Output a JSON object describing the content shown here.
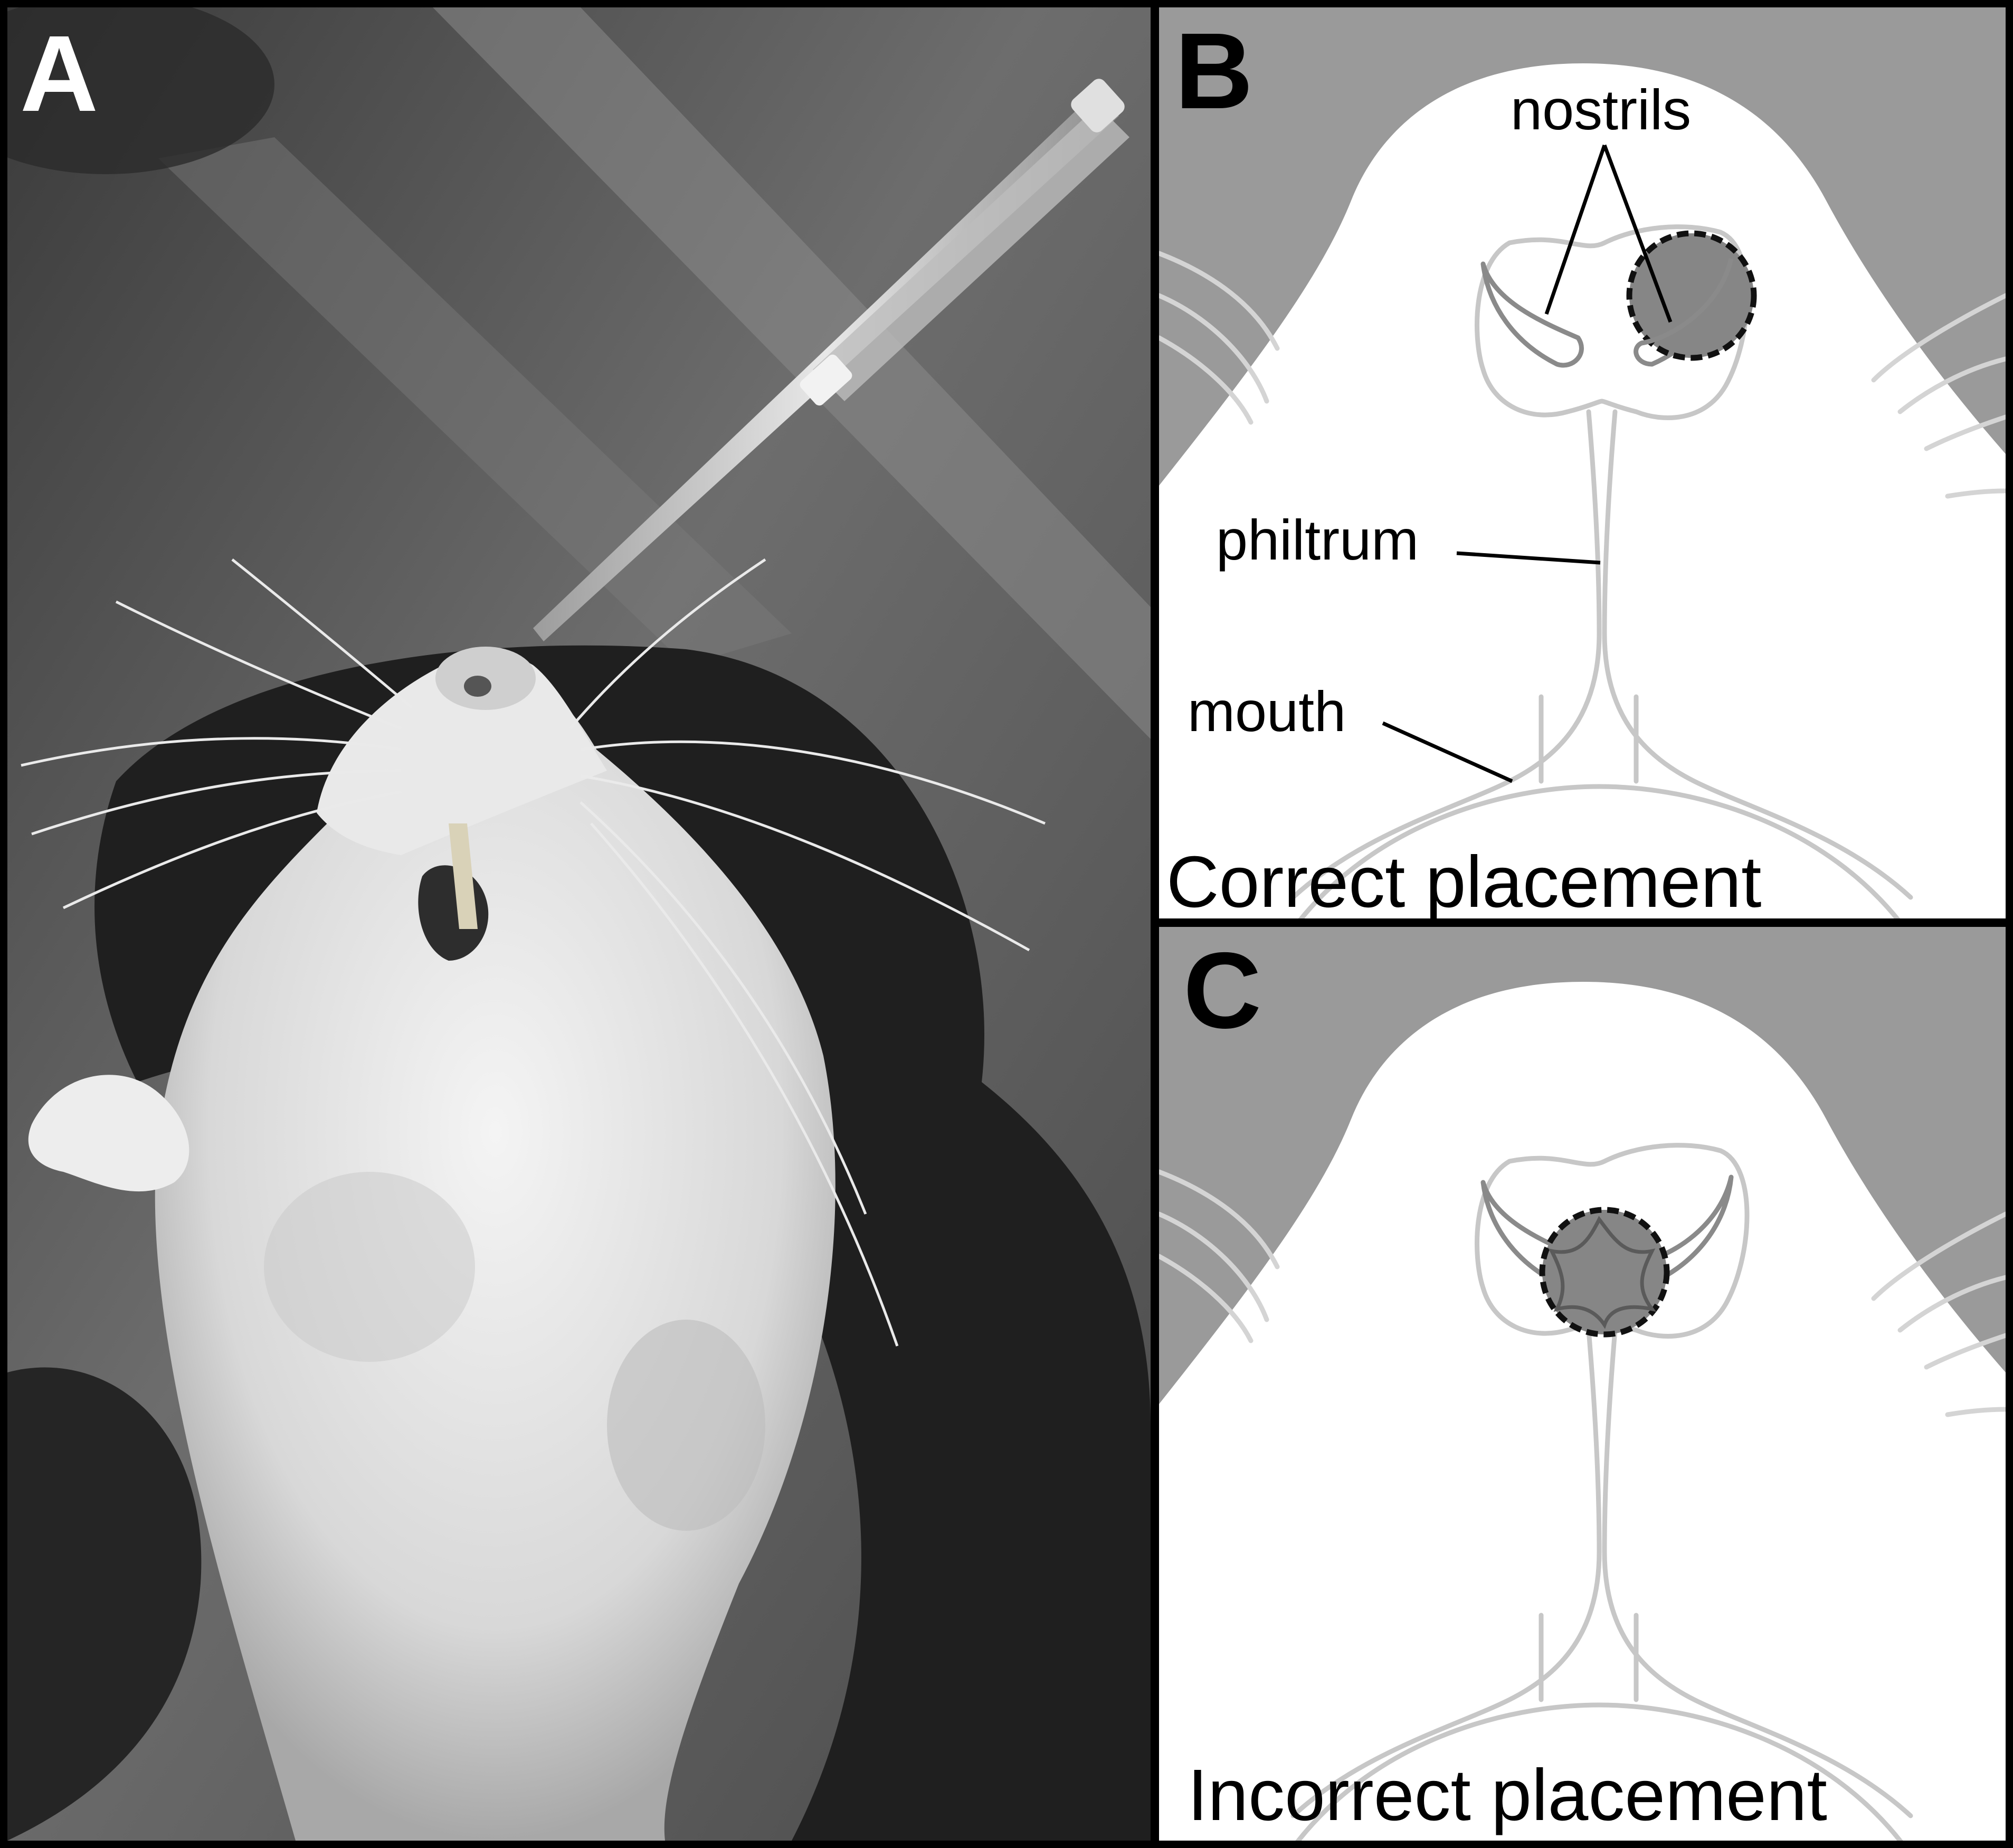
{
  "panels": {
    "a": {
      "letter": "A"
    },
    "b": {
      "letter": "B",
      "labels": {
        "nostrils": "nostrils",
        "philtrum": "philtrum",
        "mouth": "mouth"
      },
      "caption": "Correct placement"
    },
    "c": {
      "letter": "C",
      "caption": "Incorrect placement"
    }
  },
  "colors": {
    "background_grey": "#9a9a9a",
    "face": "#ffffff",
    "outline": "#c7c7c7",
    "droplet": "#868686",
    "frame": "#000000"
  }
}
